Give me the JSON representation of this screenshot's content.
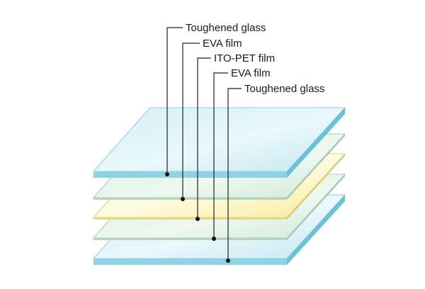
{
  "layers": [
    {
      "label": "Toughened glass",
      "color": "#a8dde6",
      "kind": "glass"
    },
    {
      "label": "EVA film",
      "color": "#cde9d6",
      "kind": "film"
    },
    {
      "label": "ITO-PET film",
      "color": "#f7f0a8",
      "kind": "film"
    },
    {
      "label": "EVA film",
      "color": "#cde9d6",
      "kind": "film"
    },
    {
      "label": "Toughened glass",
      "color": "#a8dde6",
      "kind": "glass"
    }
  ],
  "colors": {
    "glass_top": "#cdeef3",
    "glass_edge": "#7fcbe0",
    "glass_side": "#5fb9d2",
    "film_edge_line": "#9fb7a8",
    "leader": "#222222"
  }
}
